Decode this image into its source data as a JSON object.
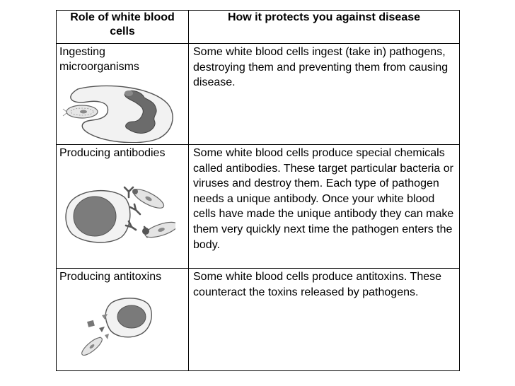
{
  "table": {
    "headers": {
      "role": "Role of white blood cells",
      "protection": "How it protects you against disease"
    },
    "rows": [
      {
        "role": "Ingesting microorganisms",
        "description": "Some white blood cells ingest (take in) pathogens, destroying them and preventing them from causing disease."
      },
      {
        "role": "Producing antibodies",
        "description": "Some white blood cells produce special chemicals called antibodies.  These target particular bacteria or viruses and destroy them.  Each type of pathogen needs a unique antibody.  Once your white blood cells have made the unique antibody they can make them very quickly next time the pathogen enters the body."
      },
      {
        "role": "Producing antitoxins",
        "description": "Some white blood cells produce antitoxins.  These counteract the toxins released by pathogens."
      }
    ]
  },
  "illustrations": {
    "phagocytosis": "phagocyte-engulfing-pathogen-illustration",
    "antibodies": "lymphocyte-releasing-antibodies-illustration",
    "antitoxins": "lymphocyte-releasing-antitoxins-illustration"
  }
}
